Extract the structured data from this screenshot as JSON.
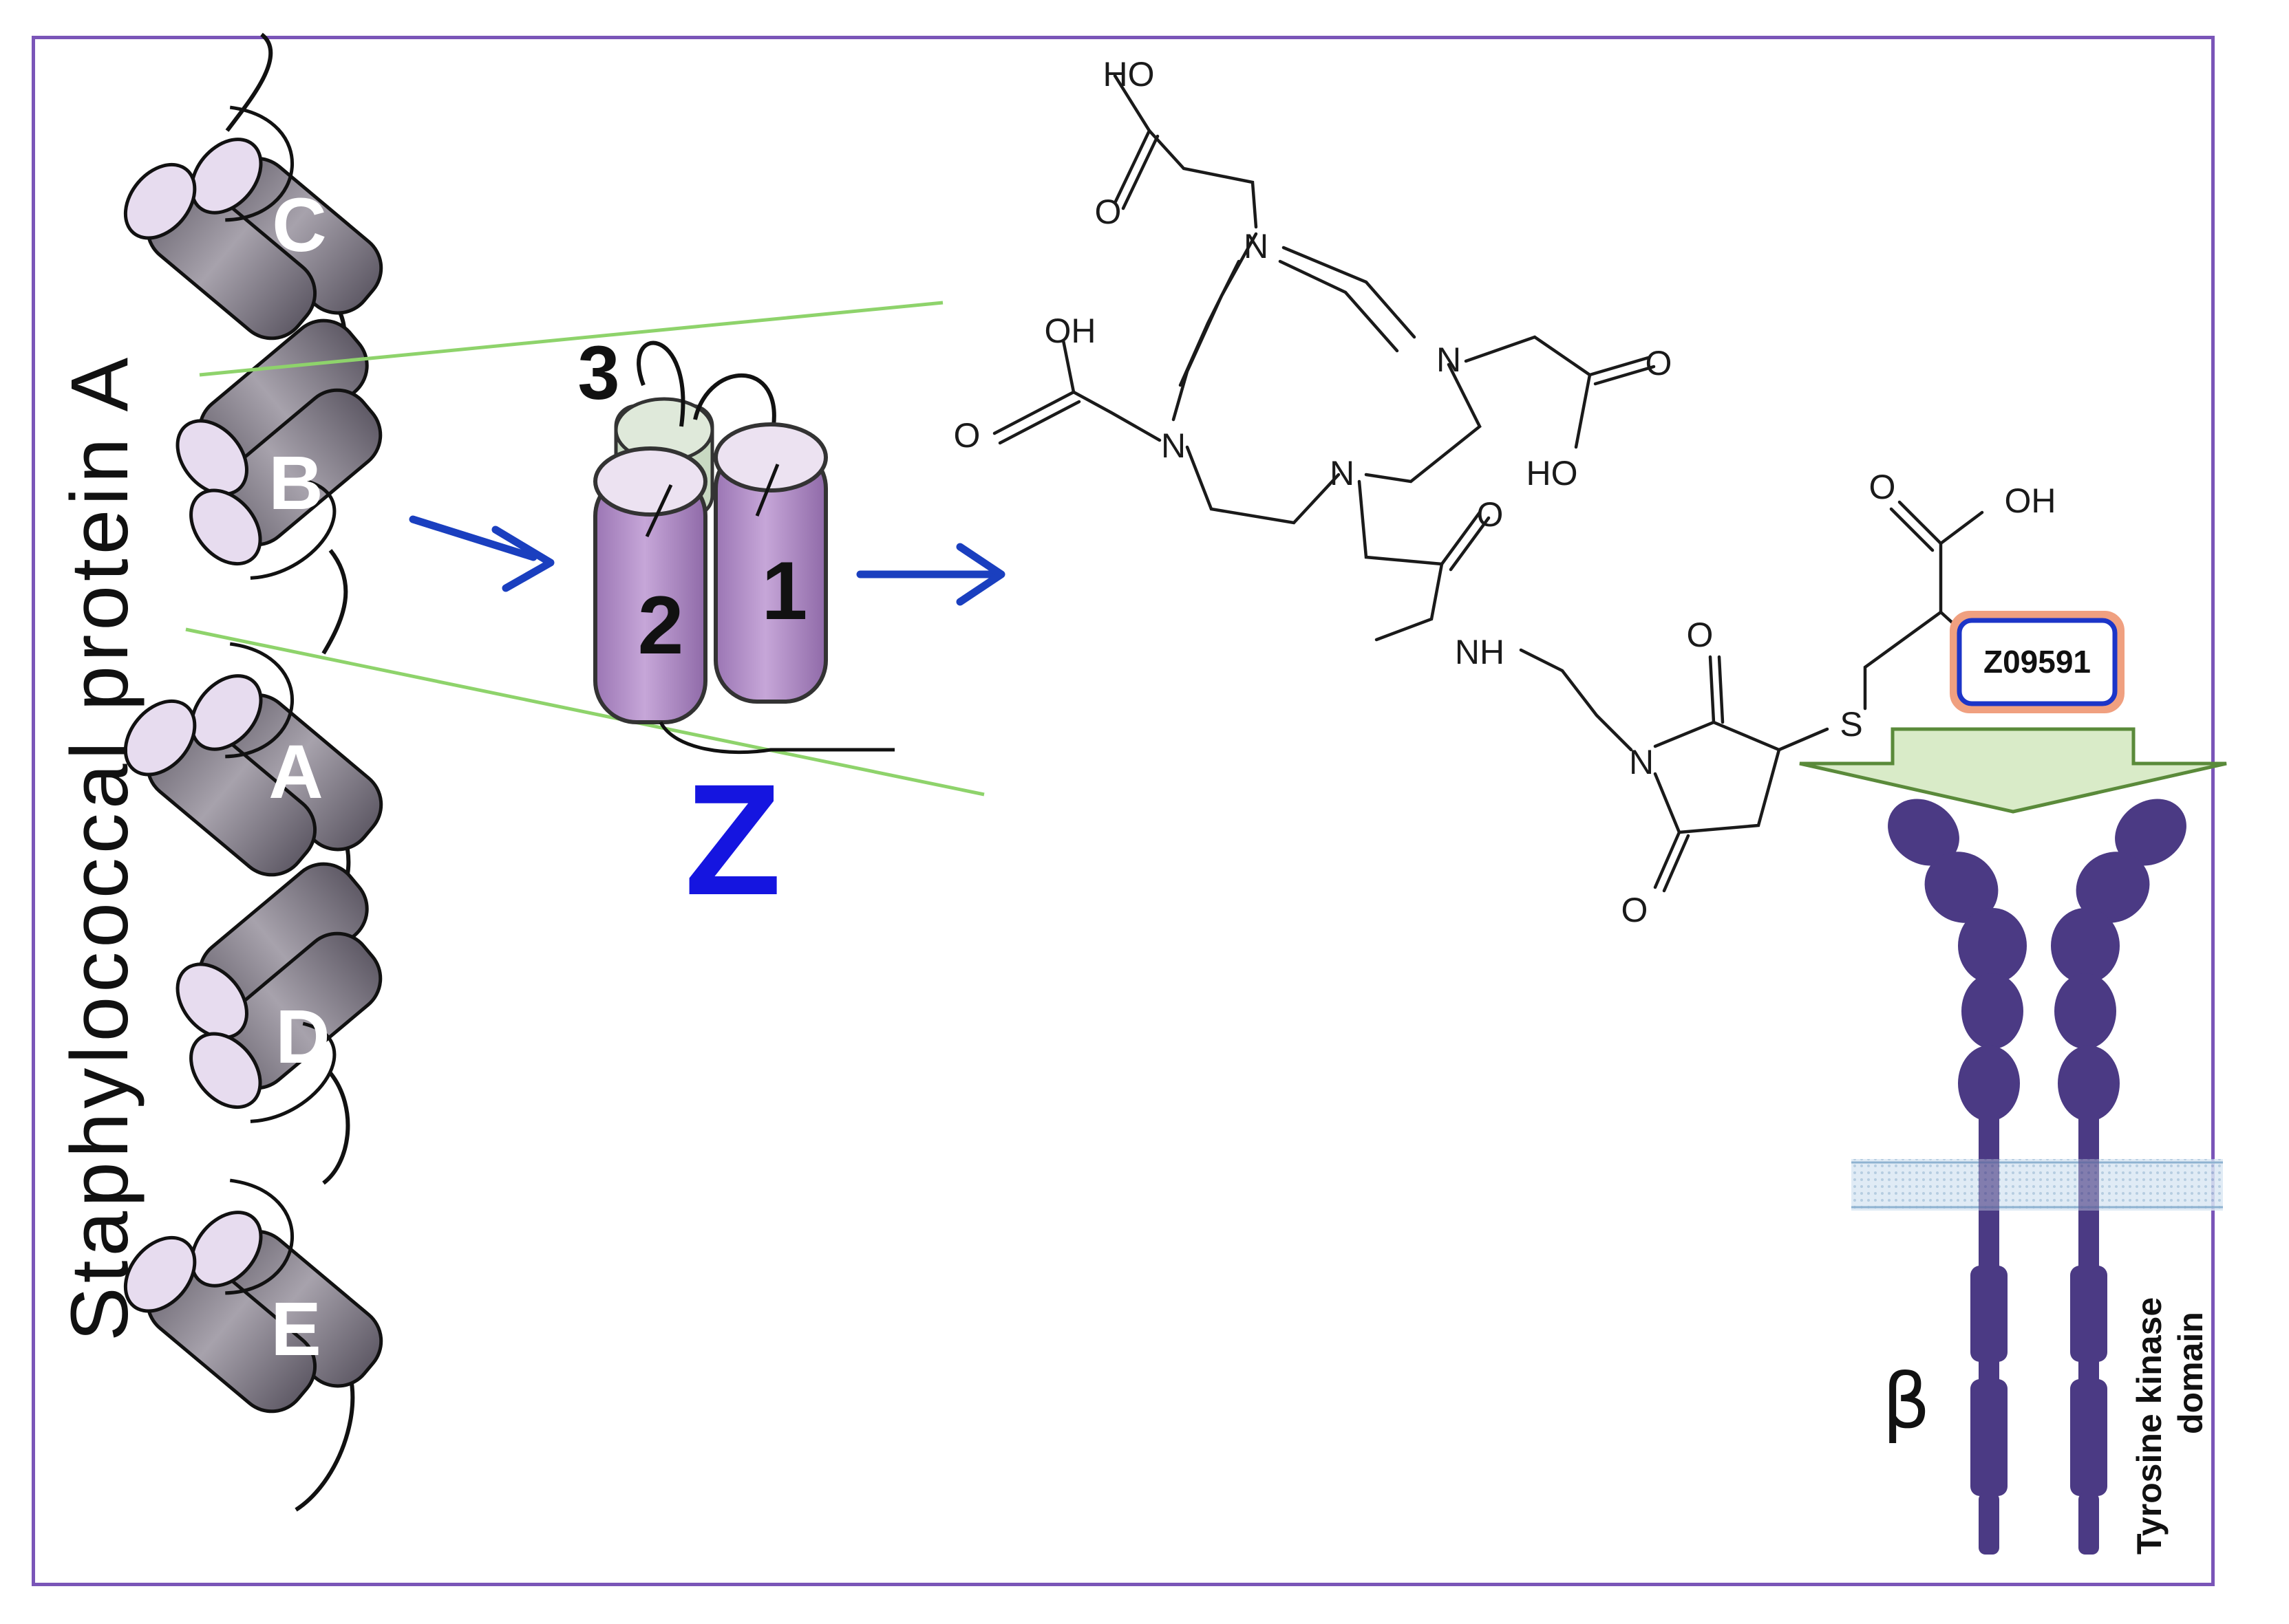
{
  "title": "Staphylococcal protein A",
  "domains": [
    {
      "label": "C"
    },
    {
      "label": "B"
    },
    {
      "label": "A"
    },
    {
      "label": "D"
    },
    {
      "label": "E"
    }
  ],
  "z_domain": {
    "label": "Z",
    "helices": [
      "1",
      "2",
      "3"
    ]
  },
  "chelator": {
    "atoms": {
      "n1": "N",
      "n2": "N",
      "n3": "N",
      "n4": "N",
      "oh_top": "HO",
      "o_top": "O",
      "oh_left": "OH",
      "o_left": "O",
      "o_right": "O",
      "ho_right": "HO",
      "o_amide": "O",
      "nh": "NH",
      "n_mal": "N",
      "o_mal_top": "O",
      "o_mal_bottom": "O",
      "s": "S",
      "o_acid": "O",
      "oh_acid": "OH"
    }
  },
  "affibody_label": "Z09591",
  "receptor": {
    "beta_label": "β",
    "kinase_label_line1": "Tyrosine kinase",
    "kinase_label_line2": "domain"
  },
  "colors": {
    "frame": "#7a55b8",
    "helix_gray": "#8e8a93",
    "helix_cap": "#e7dcef",
    "z_helix": "#b48fc9",
    "z_label": "#1515e0",
    "arrow": "#1a3fbf",
    "green_line": "#8ed36b",
    "receptor": "#4b3a84",
    "membrane": "#c9dcec",
    "box_border": "#1c35c8",
    "box_glow": "#f0a080",
    "down_arrow_fill": "#d9ebc8",
    "down_arrow_stroke": "#5a8a3a"
  }
}
